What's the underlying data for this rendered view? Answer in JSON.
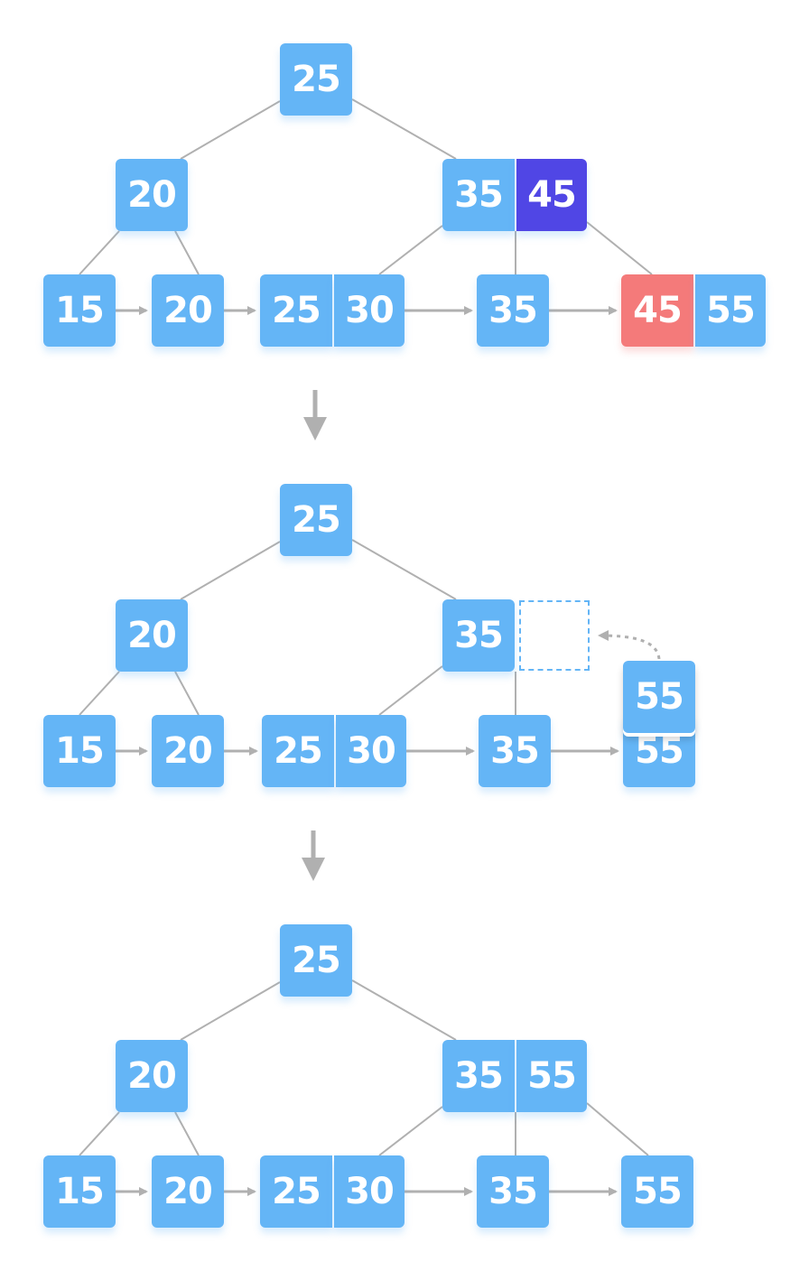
{
  "colors": {
    "node": "#64b5f6",
    "highlight_blue": "#5046e5",
    "highlight_red": "#f47a7a",
    "edge": "#b0b0b0",
    "text": "#ffffff"
  },
  "stages": [
    {
      "root": [
        "25"
      ],
      "internal_left": [
        "20"
      ],
      "internal_right": [
        "35",
        "45"
      ],
      "leaves": [
        [
          "15"
        ],
        [
          "20"
        ],
        [
          "25",
          "30"
        ],
        [
          "35"
        ],
        [
          "45",
          "55"
        ]
      ]
    },
    {
      "root": [
        "25"
      ],
      "internal_left": [
        "20"
      ],
      "internal_right": [
        "35"
      ],
      "leaves": [
        [
          "15"
        ],
        [
          "20"
        ],
        [
          "25",
          "30"
        ],
        [
          "35"
        ],
        [
          "55"
        ]
      ],
      "moving_key": "55"
    },
    {
      "root": [
        "25"
      ],
      "internal_left": [
        "20"
      ],
      "internal_right": [
        "35",
        "55"
      ],
      "leaves": [
        [
          "15"
        ],
        [
          "20"
        ],
        [
          "25",
          "30"
        ],
        [
          "35"
        ],
        [
          "55"
        ]
      ]
    }
  ]
}
